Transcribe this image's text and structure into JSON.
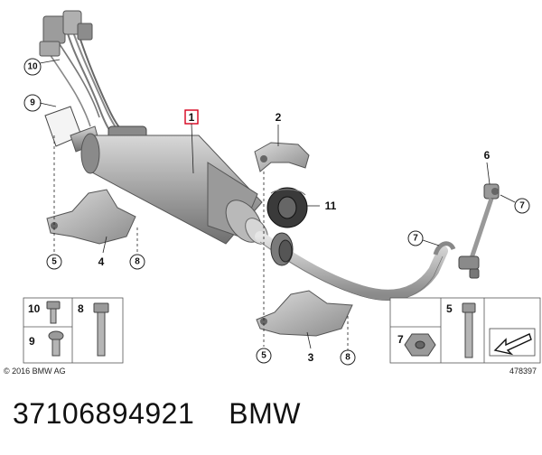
{
  "diagram": {
    "main_label": "1",
    "callouts": {
      "c2": "2",
      "c3": "3",
      "c4": "4",
      "c5a": "5",
      "c5b": "5",
      "c6": "6",
      "c7a": "7",
      "c7b": "7",
      "c8a": "8",
      "c8b": "8",
      "c9": "9",
      "c10": "10",
      "c11": "11"
    },
    "hardware_box_left": {
      "n10": "10",
      "n9": "9",
      "n8": "8"
    },
    "hardware_box_right": {
      "n5": "5",
      "n7": "7"
    },
    "copyright": "© 2016 BMW AG",
    "diagram_number": "478397"
  },
  "caption": {
    "part_number": "37106894921",
    "brand": "BMW"
  },
  "colors": {
    "outline": "#222222",
    "part_gray": "#9a9a9a",
    "red_box": "#d6001c"
  }
}
